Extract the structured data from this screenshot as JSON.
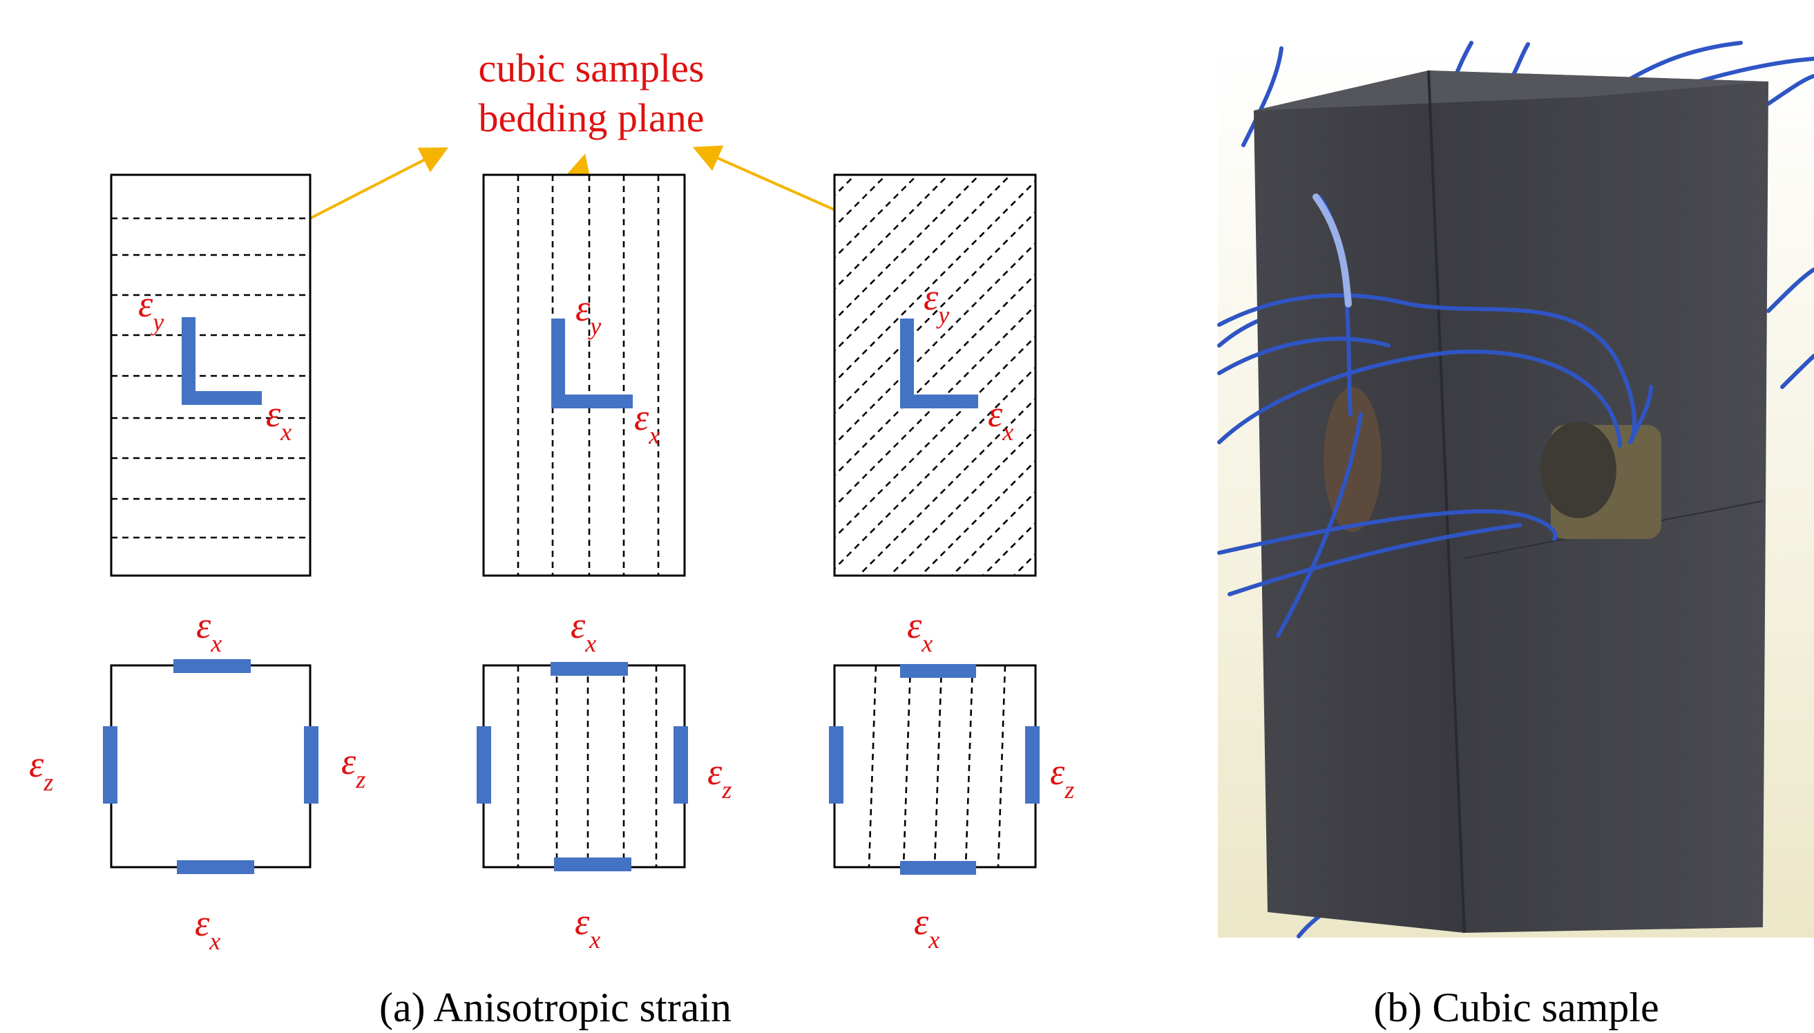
{
  "annotation": {
    "line1": "cubic samples",
    "line2": "bedding plane"
  },
  "strain_symbol": "ε",
  "subscripts": {
    "x": "x",
    "y": "y",
    "z": "z"
  },
  "captions": {
    "left": "(a) Anisotropic strain",
    "right": "(b) Cubic sample"
  },
  "colors": {
    "label_red": "#e01010",
    "gauge_blue": "#4472c4",
    "arrow_yellow": "#f5b400",
    "block_dark": "#3a3b40"
  }
}
